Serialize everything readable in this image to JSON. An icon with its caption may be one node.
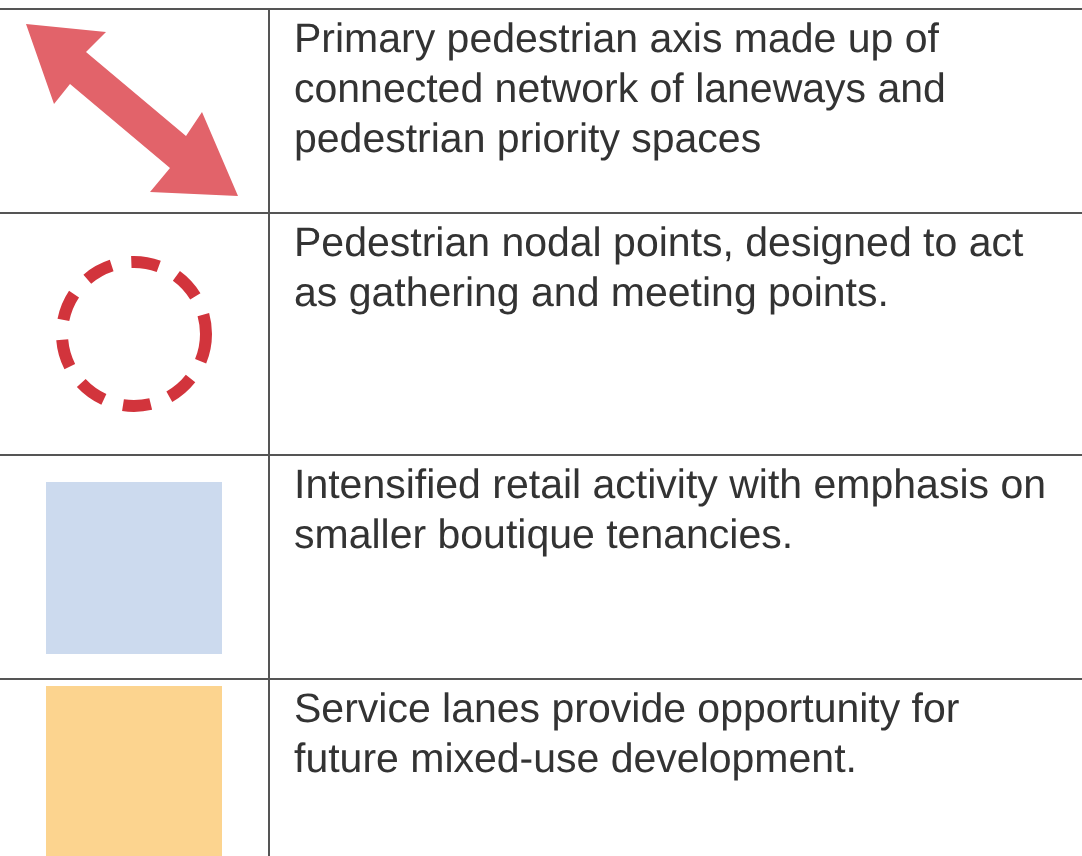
{
  "diagram": {
    "legend": [
      {
        "text": "Primary pedestrian axis made up of connected network of laneways and pedestrian priority spaces"
      },
      {
        "text": "Pedestrian nodal points, designed to act as gathering and meeting points."
      },
      {
        "text": "Intensified retail activity with emphasis on smaller boutique tenancies.",
        "color": "#ccdaee"
      },
      {
        "text": "Service lanes provide opportunity for future mixed-use development.",
        "color": "#fcd48f"
      }
    ]
  }
}
